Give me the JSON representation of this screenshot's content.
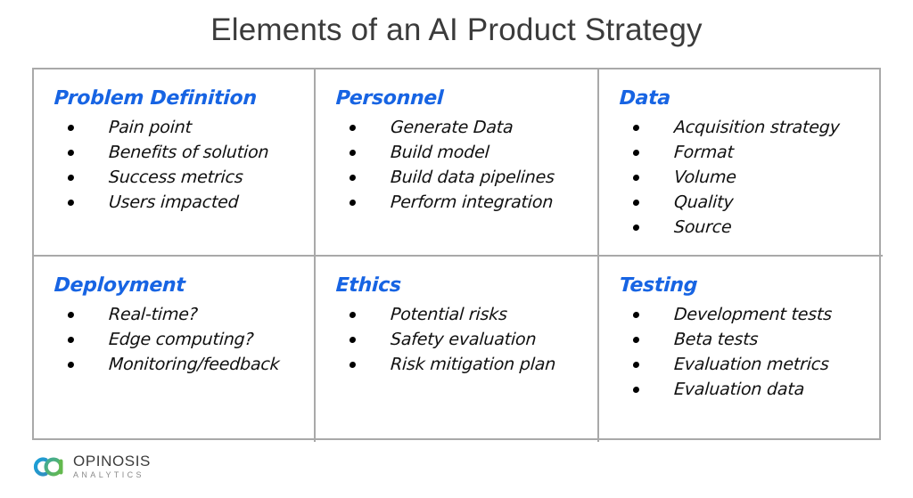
{
  "slide": {
    "title": "Elements of an AI Product Strategy",
    "title_color": "#3b3b3b",
    "background": "#ffffff"
  },
  "theme": {
    "heading_blue": "#1764e3",
    "body_black": "#101010",
    "grid_border": "#a9a9a9",
    "logo_blue": "#1b7fc4",
    "logo_green": "#5bb75b",
    "logo_text_dark": "#3c3c3c",
    "logo_text_light": "#8a8a8a"
  },
  "grid": {
    "rows": 2,
    "columns": 3,
    "cells": [
      {
        "id": "problem-definition",
        "title": "Problem Definition",
        "items": [
          "Pain point",
          "Benefits of solution",
          "Success metrics",
          "Users impacted"
        ]
      },
      {
        "id": "personnel",
        "title": "Personnel",
        "items": [
          "Generate Data",
          "Build model",
          "Build data pipelines",
          "Perform integration"
        ]
      },
      {
        "id": "data",
        "title": "Data",
        "items": [
          "Acquisition strategy",
          "Format",
          "Volume",
          "Quality",
          "Source"
        ]
      },
      {
        "id": "deployment",
        "title": "Deployment",
        "items": [
          "Real-time?",
          "Edge computing?",
          "Monitoring/feedback"
        ]
      },
      {
        "id": "ethics",
        "title": "Ethics",
        "items": [
          "Potential risks",
          "Safety evaluation",
          "Risk mitigation plan"
        ]
      },
      {
        "id": "testing",
        "title": "Testing",
        "items": [
          "Development tests",
          "Beta tests",
          "Evaluation metrics",
          "Evaluation data"
        ]
      }
    ]
  },
  "logo": {
    "mark_icon": "opinosis-oa-mark-icon",
    "name": "OPINOSIS",
    "subtitle": "ANALYTICS"
  }
}
